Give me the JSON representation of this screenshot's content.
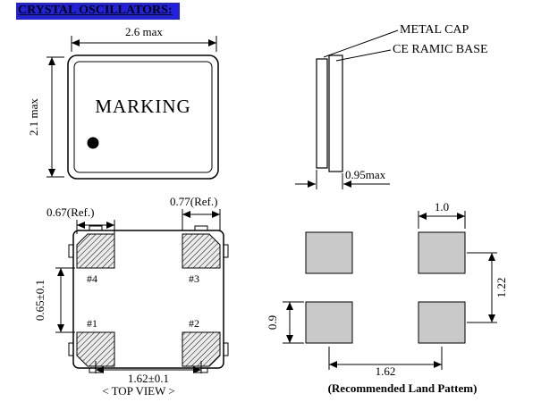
{
  "title": "CRYSTAL OSCILLATORS:",
  "front_view": {
    "marking": "MARKING",
    "width_dim": "2.6 max",
    "height_dim": "2.1 max"
  },
  "side_view": {
    "metal_cap": "METAL CAP",
    "ceramic_base": "CE RAMIC BASE",
    "thickness_dim": "0.95max"
  },
  "top_view": {
    "caption": "< TOP VIEW >",
    "pad1": "#1",
    "pad2": "#2",
    "pad3": "#3",
    "pad4": "#4",
    "pad4_width_dim": "0.67(Ref.)",
    "pad3_width_dim": "0.77(Ref.)",
    "inner_gap_dim": "0.65±0.1",
    "pad_pitch_dim": "1.62±0.1"
  },
  "land_pattern": {
    "caption": "(Recommended Land Pattem)",
    "pad_width_dim": "1.0",
    "vertical_pitch_dim": "1.22",
    "pad_height_dim": "0.9",
    "horizontal_pitch_dim": "1.62"
  },
  "colors": {
    "title_bg": "#2222DD",
    "land_pad_fill": "#C9C9C9"
  }
}
